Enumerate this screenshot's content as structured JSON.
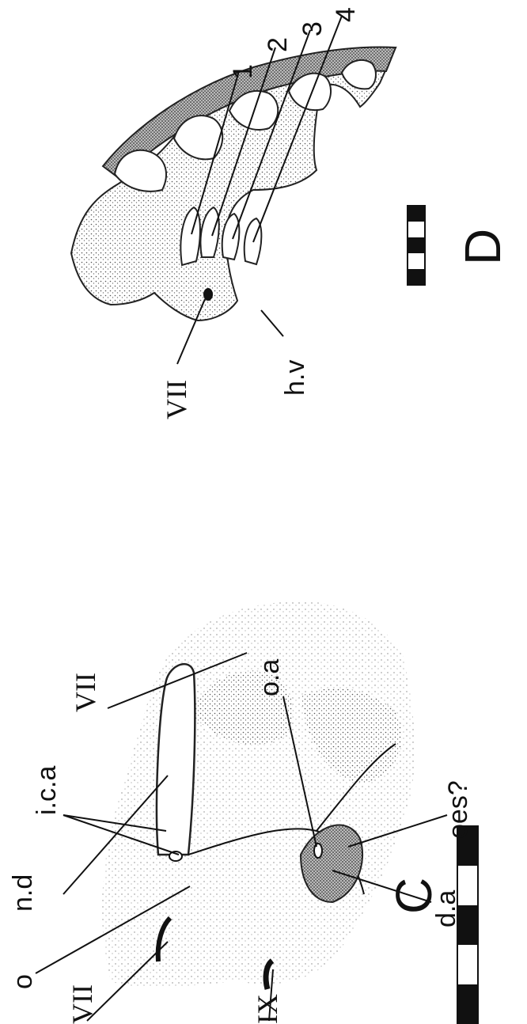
{
  "figure": {
    "panel_c": {
      "letter": "C",
      "labels": {
        "o": "o",
        "nd": "n.d",
        "ica": "i.c.a",
        "vii_top": "VII",
        "oa": "o.a",
        "oes": "oes?",
        "da": "d.a",
        "vii_bottom": "VII",
        "ix": "IX"
      }
    },
    "panel_d": {
      "letter": "D",
      "labels": {
        "n1": "1",
        "n2": "2",
        "n3": "3",
        "n4": "4",
        "vii": "VII",
        "hv": "h.v"
      }
    }
  }
}
